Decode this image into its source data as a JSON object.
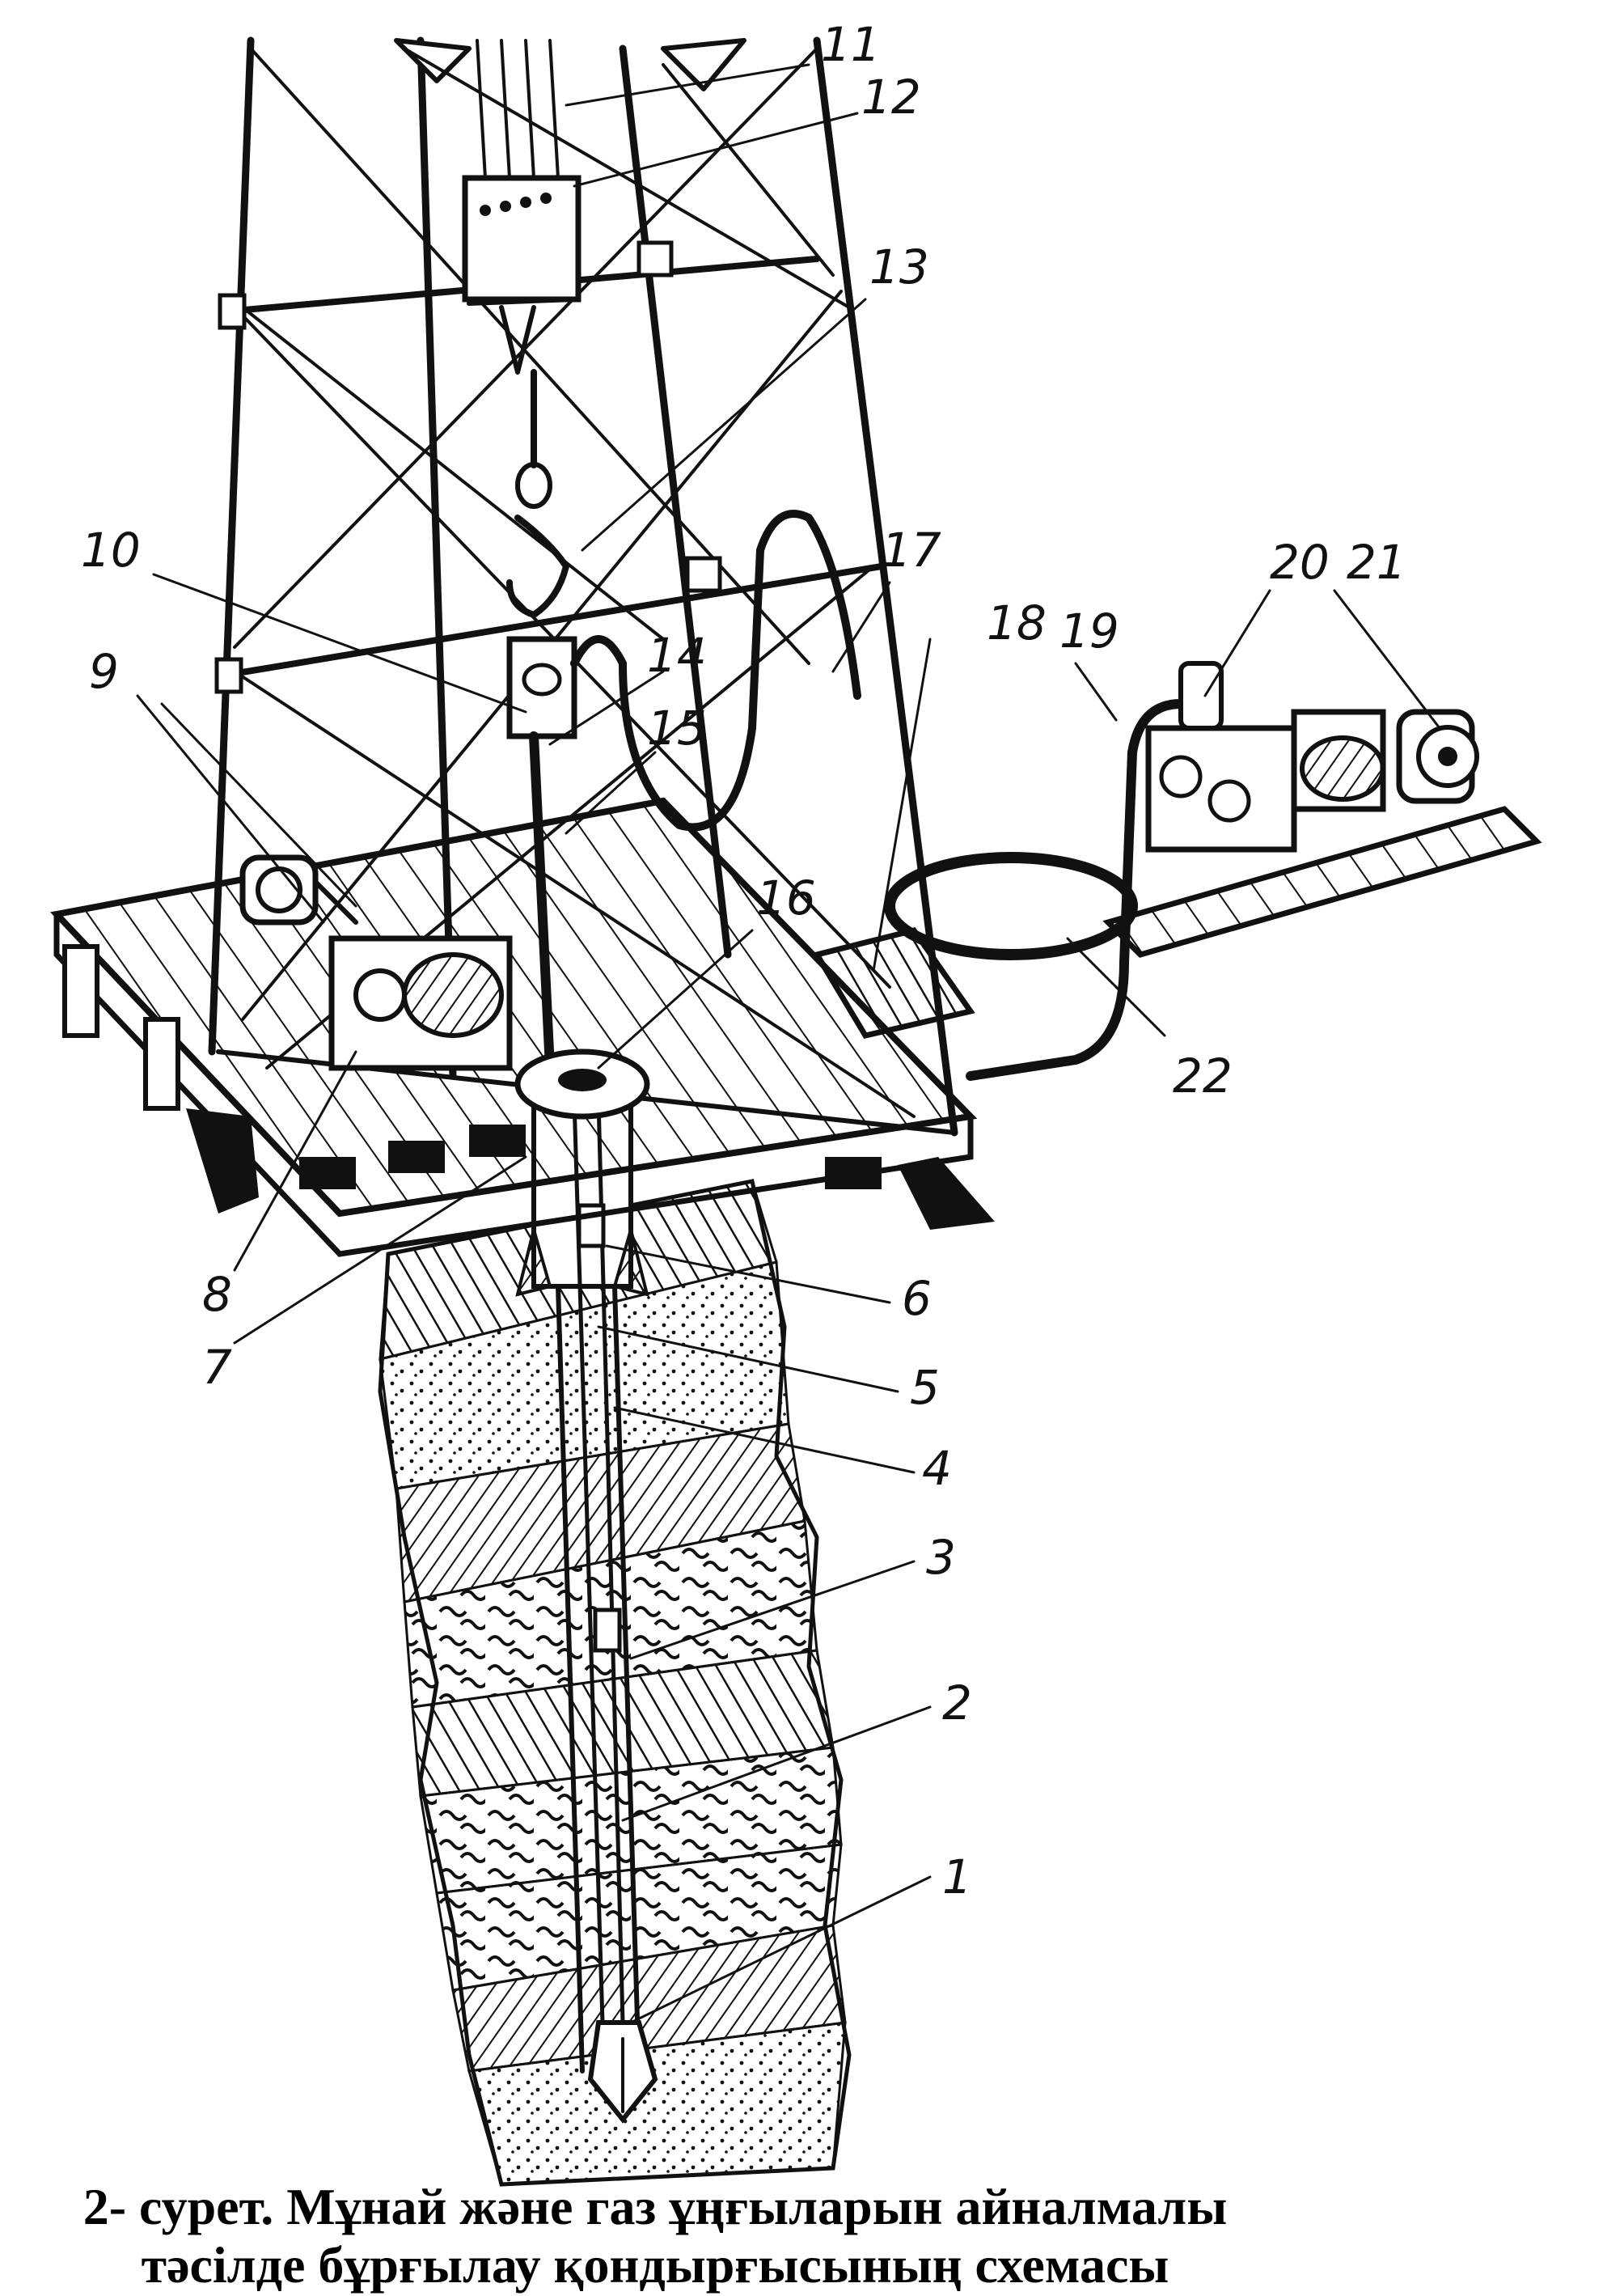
{
  "figure": {
    "caption_line1": "2- сурет. Мұнай және газ ұңғыларын айналмалы",
    "caption_line2": "тәсілде бұрғылау қондырғысының схемасы"
  },
  "callouts": [
    "1",
    "2",
    "3",
    "4",
    "5",
    "6",
    "7",
    "8",
    "9",
    "10",
    "11",
    "12",
    "13",
    "14",
    "15",
    "16",
    "17",
    "18",
    "19",
    "20",
    "21",
    "22"
  ]
}
